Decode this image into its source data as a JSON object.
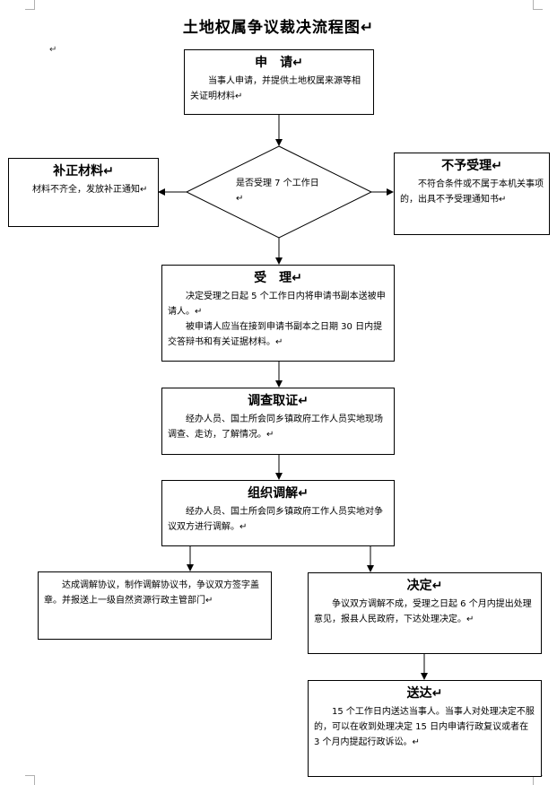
{
  "title": "土地权属争议裁决流程图↵",
  "para_mark": "↵",
  "apply": {
    "title": "申　请↵",
    "text": "当事人申请，并提供土地权属来源等相关证明材料↵"
  },
  "decision": {
    "text": "是否受理 7 个工作日↵"
  },
  "supplement": {
    "title": "补正材料↵",
    "text": "材料不齐全，发放补正通知↵"
  },
  "reject": {
    "title": "不予受理↵",
    "text": "不符合条件或不属于本机关事项的，出具不予受理通知书↵"
  },
  "accept": {
    "title": "受　理↵",
    "text1": "决定受理之日起 5 个工作日内将申请书副本送被申请人。↵",
    "text2": "被申请人应当在接到申请书副本之日期 30 日内提交答辩书和有关证据材料。↵"
  },
  "investigate": {
    "title": "调查取证↵",
    "text": "经办人员、国土所会同乡镇政府工作人员实地现场调查、走访，了解情况。↵"
  },
  "mediate": {
    "title": "组织调解↵",
    "text": "经办人员、国土所会同乡镇政府工作人员实地对争议双方进行调解。↵"
  },
  "agreement": {
    "text": "达成调解协议，制作调解协议书，争议双方签字盖章。并报送上一级自然资源行政主管部门↵"
  },
  "ruling": {
    "title": "决定↵",
    "text": "争议双方调解不成，受理之日起 6 个月内提出处理意见，报县人民政府，下达处理决定。↵"
  },
  "delivery": {
    "title": "送达↵",
    "text": "15 个工作日内送达当事人。当事人对处理决定不服的，可以在收到处理决定 15 日内申请行政复议或者在 3 个月内提起行政诉讼。↵"
  }
}
